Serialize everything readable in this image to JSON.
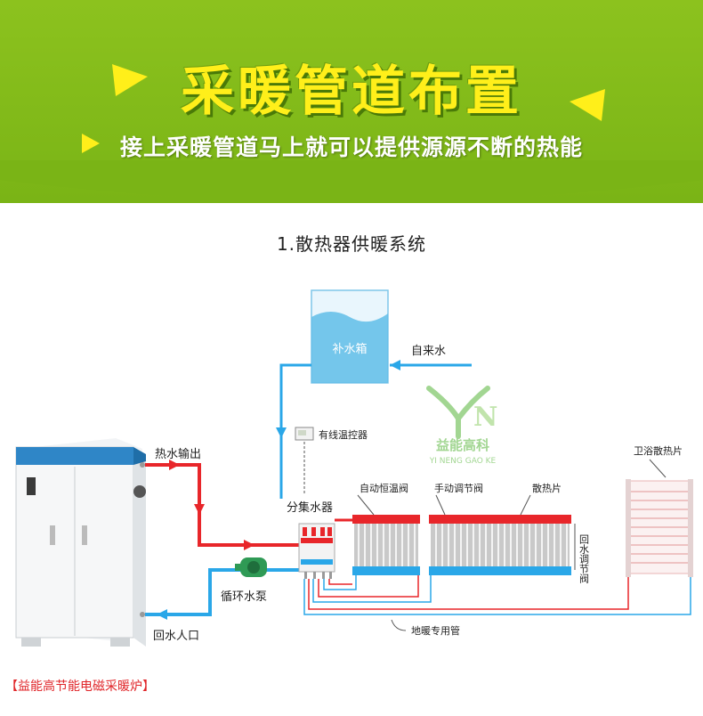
{
  "banner": {
    "title": "采暖管道布置",
    "subtitle": "接上采暖管道马上就可以提供源源不断的热能"
  },
  "diagram": {
    "title": "1.散热器供暖系统",
    "labels": {
      "water_tank": "补水箱",
      "tap_water": "自来水",
      "thermostat": "有线温控器",
      "manifold": "分集水器",
      "hot_out": "热水输出",
      "pump": "循环水泵",
      "return_in": "回水人口",
      "auto_valve": "自动恒温阀",
      "manual_valve": "手动调节阀",
      "radiator": "散热片",
      "bath_radiator": "卫浴散热片",
      "return_valve": "回水调节阀",
      "floor_pipe": "地暖专用管"
    },
    "logo": {
      "name": "益能高科",
      "pinyin": "YI NENG GAO KE"
    },
    "caption": "【益能高节能电磁采暖炉】"
  },
  "colors": {
    "banner_green": "#8cc21e",
    "title_yellow": "#ffef1a",
    "hot_pipe": "#e8262a",
    "cold_pipe": "#2aa7e8",
    "caption_red": "#e0262a"
  }
}
